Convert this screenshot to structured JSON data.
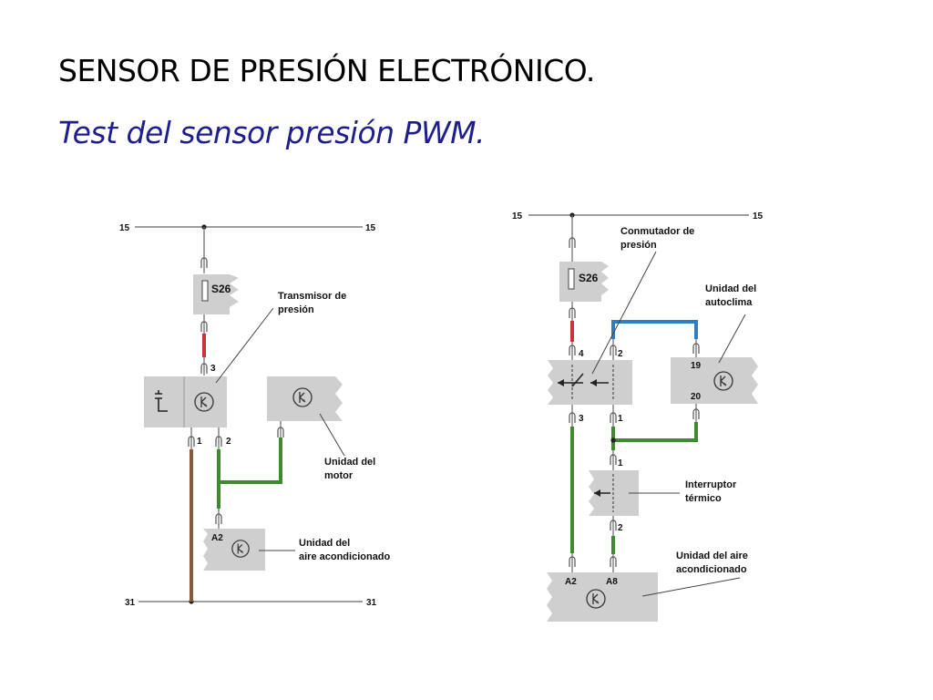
{
  "slide": {
    "title": "SENSOR DE PRESIÓN ELECTRÓNICO.",
    "subtitle": "Test del sensor presión PWM."
  },
  "colors": {
    "title": "#000000",
    "subtitle": "#1f1f8c",
    "wire_red": "#c8343e",
    "wire_green": "#3e8a2e",
    "wire_brown": "#8a5a3c",
    "wire_blue": "#2e7fc0",
    "component_fill": "#cfcfcf"
  },
  "left_diagram": {
    "rail_top_left": "15",
    "rail_top_right": "15",
    "rail_bottom_left": "31",
    "rail_bottom_right": "31",
    "fuse": "S26",
    "transmitter_label_1": "Transmisor de",
    "transmitter_label_2": "presión",
    "engine_unit_label_1": "Unidad del",
    "engine_unit_label_2": "motor",
    "ac_unit_label_1": "Unidad del",
    "ac_unit_label_2": "aire acondicionado",
    "ac_pin": "A2",
    "pin_3": "3",
    "pin_1": "1",
    "pin_2": "2"
  },
  "right_diagram": {
    "rail_top_left": "15",
    "rail_top_right": "15",
    "fuse": "S26",
    "switch_label_1": "Conmutador de",
    "switch_label_2": "presión",
    "autoclima_label_1": "Unidad del",
    "autoclima_label_2": "autoclima",
    "thermal_label_1": "Interruptor",
    "thermal_label_2": "térmico",
    "ac_unit_label_1": "Unidad del aire",
    "ac_unit_label_2": "acondicionado",
    "switch_pin_4": "4",
    "switch_pin_2": "2",
    "switch_pin_3": "3",
    "switch_pin_1": "1",
    "autoclima_pin_19": "19",
    "autoclima_pin_20": "20",
    "thermal_pin_1": "1",
    "thermal_pin_2": "2",
    "ac_pin_a2": "A2",
    "ac_pin_a8": "A8"
  }
}
